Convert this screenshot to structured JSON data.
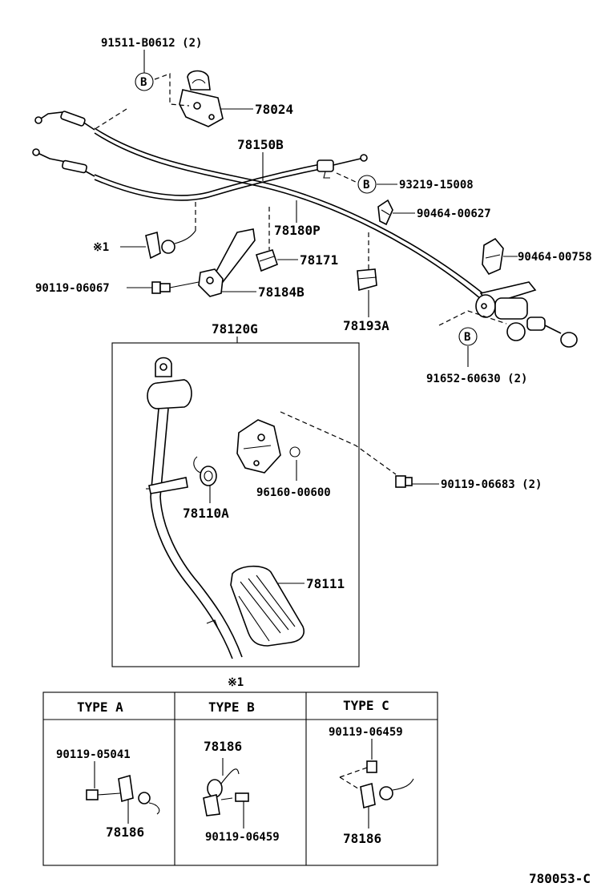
{
  "diagram_code": "780053-C",
  "parts": {
    "bolt_91511": "91511-B0612 (2)",
    "bracket_78024": "78024",
    "cable_78150B": "78150B",
    "clip_93219": "93219-15008",
    "clamp_90464_627": "90464-00627",
    "cable_78180P": "78180P",
    "clamp_90464_758": "90464-00758",
    "note_1": "※1",
    "clip_78171": "78171",
    "bolt_90119_067": "90119-06067",
    "bracket_78184B": "78184B",
    "clamp_78193A": "78193A",
    "pedal_assy_78120G": "78120G",
    "bolt_91652": "91652-60630 (2)",
    "bolt_90119_683": "90119-06683 (2)",
    "spring_78110A": "78110A",
    "pin_96160": "96160-00600",
    "pad_78111": "78111",
    "callout_b": "B"
  },
  "types": {
    "note": "※1",
    "a": {
      "header": "TYPE  A",
      "bolt": "90119-05041",
      "part": "78186"
    },
    "b": {
      "header": "TYPE  B",
      "part": "78186",
      "bolt": "90119-06459"
    },
    "c": {
      "header": "TYPE  C",
      "bolt": "90119-06459",
      "part": "78186"
    }
  }
}
